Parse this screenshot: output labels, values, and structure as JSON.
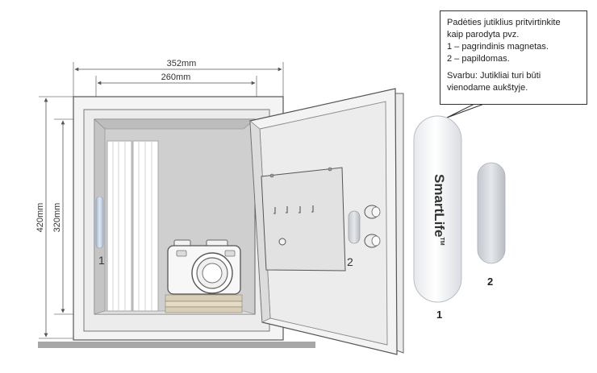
{
  "dimensions": {
    "outer_width": "352mm",
    "inner_width": "260mm",
    "outer_height": "420mm",
    "inner_height": "320mm"
  },
  "markers": {
    "inside_sensor": "1",
    "door_sensor": "2",
    "main_magnet": "1",
    "auxiliary": "2"
  },
  "device": {
    "brand_name": "SmartLife",
    "brand_tm": "TM"
  },
  "callout": {
    "line1": "Padėties jutiklius pritvirtinkite",
    "line2": "kaip parodyta pvz.",
    "line3": "1 – pagrindinis magnetas.",
    "line4": "2 – papildomas.",
    "note1": "Svarbu: Jutikliai turi būti",
    "note2": "vienodame aukštyje."
  },
  "colors": {
    "safe_body": "#f2f2f2",
    "interior": "#cfcfcf",
    "outline": "#555555",
    "sensor": "#e8eaee"
  }
}
